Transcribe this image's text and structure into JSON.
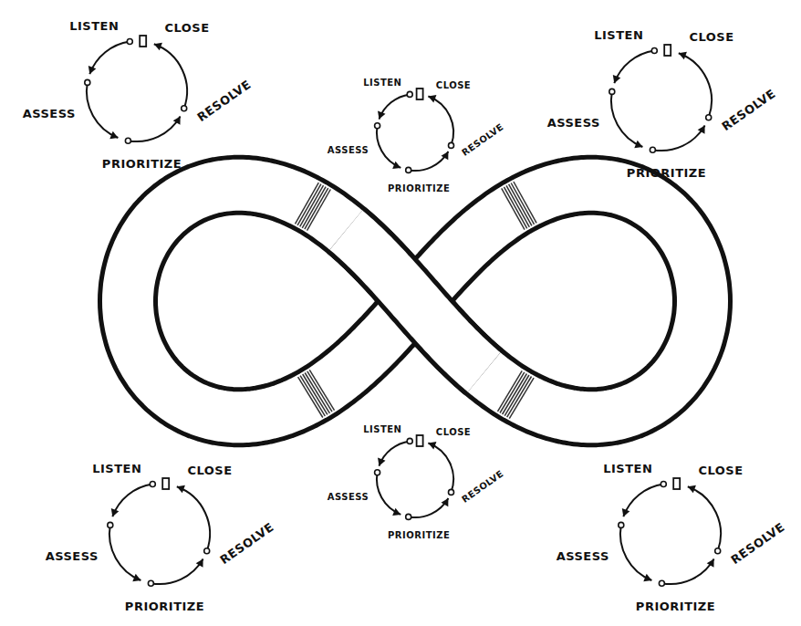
{
  "diagram": {
    "labels": [
      "LISTEN",
      "CLOSE",
      "ASSESS",
      "RESOLVE",
      "PRIORITIZE",
      "LISTEN",
      "CLOSE",
      "ASSESS",
      "RESOLVE",
      "PRIORITIZE",
      "LISTEN",
      "CLOSE",
      "ASSESS",
      "RESOLVE",
      "PRIORITIZE",
      "LISTEN",
      "CLOSE",
      "ASSESS",
      "RESOLVE",
      "PRIORITIZE",
      "LISTEN",
      "CLOSE",
      "ASSESS",
      "RESOLVE",
      "PRIORITIZE",
      "LISTEN",
      "CLOSE",
      "ASSESS",
      "RESOLVE",
      "PRIORITIZE"
    ]
  }
}
